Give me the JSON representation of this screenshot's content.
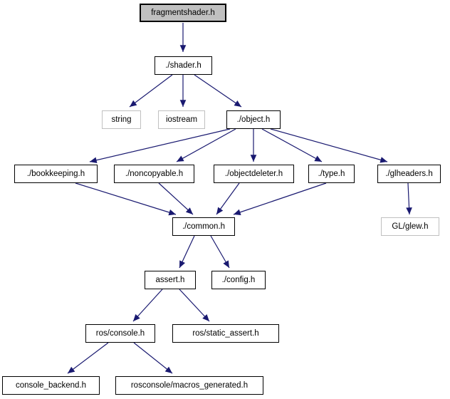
{
  "graph": {
    "kind": "include-dependency-graph",
    "background_color": "#ffffff",
    "edge_color": "#191970",
    "node_fill": "#ffffff",
    "main_node_fill": "#c0c0c0",
    "internal_border_color": "#000000",
    "external_border_color": "#c0c0c0",
    "text_color": "#000000"
  },
  "nodes": [
    {
      "id": "fragmentshader",
      "label": "fragmentshader.h",
      "kind": "main"
    },
    {
      "id": "shader",
      "label": "./shader.h",
      "kind": "internal"
    },
    {
      "id": "string",
      "label": "string",
      "kind": "external"
    },
    {
      "id": "iostream",
      "label": "iostream",
      "kind": "external"
    },
    {
      "id": "object",
      "label": "./object.h",
      "kind": "internal"
    },
    {
      "id": "bookkeeping",
      "label": "./bookkeeping.h",
      "kind": "internal"
    },
    {
      "id": "noncopyable",
      "label": "./noncopyable.h",
      "kind": "internal"
    },
    {
      "id": "objectdeleter",
      "label": "./objectdeleter.h",
      "kind": "internal"
    },
    {
      "id": "type",
      "label": "./type.h",
      "kind": "internal"
    },
    {
      "id": "glheaders",
      "label": "./glheaders.h",
      "kind": "internal"
    },
    {
      "id": "common",
      "label": "./common.h",
      "kind": "internal"
    },
    {
      "id": "glew",
      "label": "GL/glew.h",
      "kind": "external"
    },
    {
      "id": "assert",
      "label": "assert.h",
      "kind": "internal"
    },
    {
      "id": "config",
      "label": "./config.h",
      "kind": "internal"
    },
    {
      "id": "ros-console",
      "label": "ros/console.h",
      "kind": "internal"
    },
    {
      "id": "ros-static-assert",
      "label": "ros/static_assert.h",
      "kind": "internal"
    },
    {
      "id": "console-backend",
      "label": "console_backend.h",
      "kind": "internal"
    },
    {
      "id": "macros-generated",
      "label": "rosconsole/macros_generated.h",
      "kind": "internal"
    }
  ],
  "edges": [
    {
      "from": "fragmentshader",
      "to": "shader"
    },
    {
      "from": "shader",
      "to": "string"
    },
    {
      "from": "shader",
      "to": "iostream"
    },
    {
      "from": "shader",
      "to": "object"
    },
    {
      "from": "object",
      "to": "bookkeeping"
    },
    {
      "from": "object",
      "to": "noncopyable"
    },
    {
      "from": "object",
      "to": "objectdeleter"
    },
    {
      "from": "object",
      "to": "type"
    },
    {
      "from": "object",
      "to": "glheaders"
    },
    {
      "from": "bookkeeping",
      "to": "common"
    },
    {
      "from": "noncopyable",
      "to": "common"
    },
    {
      "from": "objectdeleter",
      "to": "common"
    },
    {
      "from": "type",
      "to": "common"
    },
    {
      "from": "glheaders",
      "to": "glew"
    },
    {
      "from": "common",
      "to": "assert"
    },
    {
      "from": "common",
      "to": "config"
    },
    {
      "from": "assert",
      "to": "ros-console"
    },
    {
      "from": "assert",
      "to": "ros-static-assert"
    },
    {
      "from": "ros-console",
      "to": "console-backend"
    },
    {
      "from": "ros-console",
      "to": "macros-generated"
    }
  ]
}
